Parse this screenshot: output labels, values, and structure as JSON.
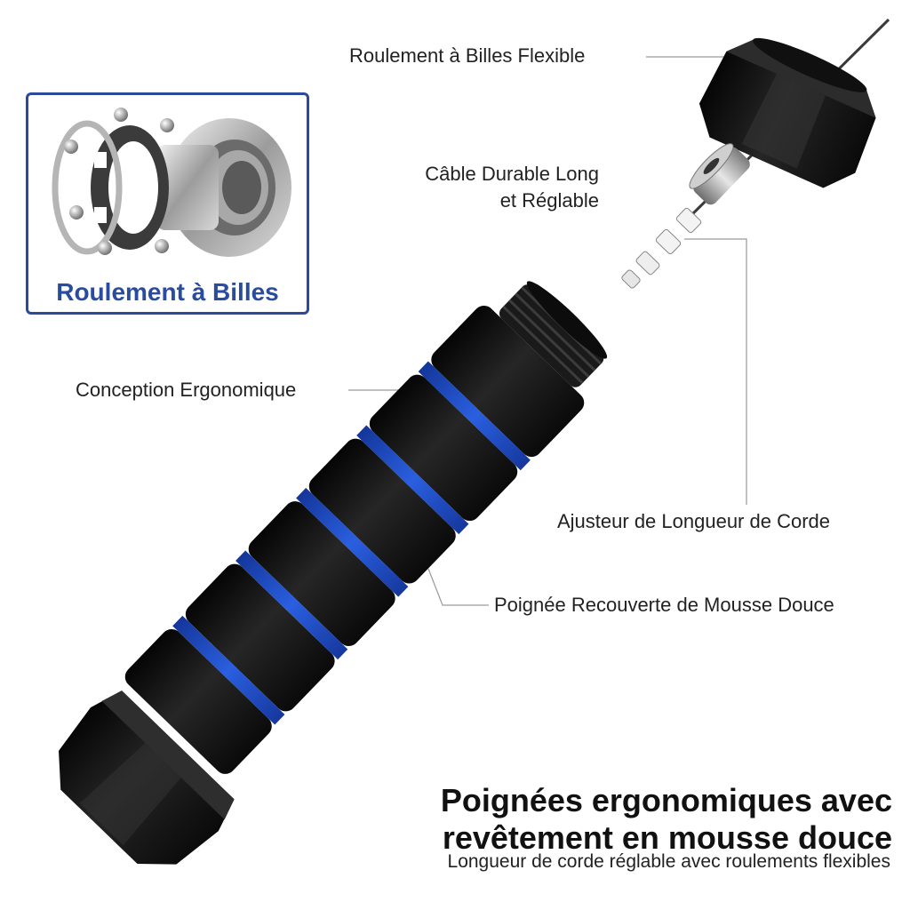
{
  "callouts": {
    "bearing": "Roulement à Billes Flexible",
    "cable_line1": "Câble Durable Long",
    "cable_line2": "et Réglable",
    "ergonomic": "Conception Ergonomique",
    "adjuster": "Ajusteur de Longueur de Corde",
    "foam_grip": "Poignée Recouverte de Mousse Douce"
  },
  "inset": {
    "title": "Roulement à Billes"
  },
  "headline": {
    "line1": "Poignées ergonomiques avec",
    "line2": "revêtement en mousse douce",
    "subline": "Longueur de corde réglable avec roulements flexibles"
  },
  "colors": {
    "handle": "#161616",
    "foam_blue": "#1f4fc8",
    "inset_border": "#2b4a9a",
    "inset_title": "#2a4c9e"
  }
}
